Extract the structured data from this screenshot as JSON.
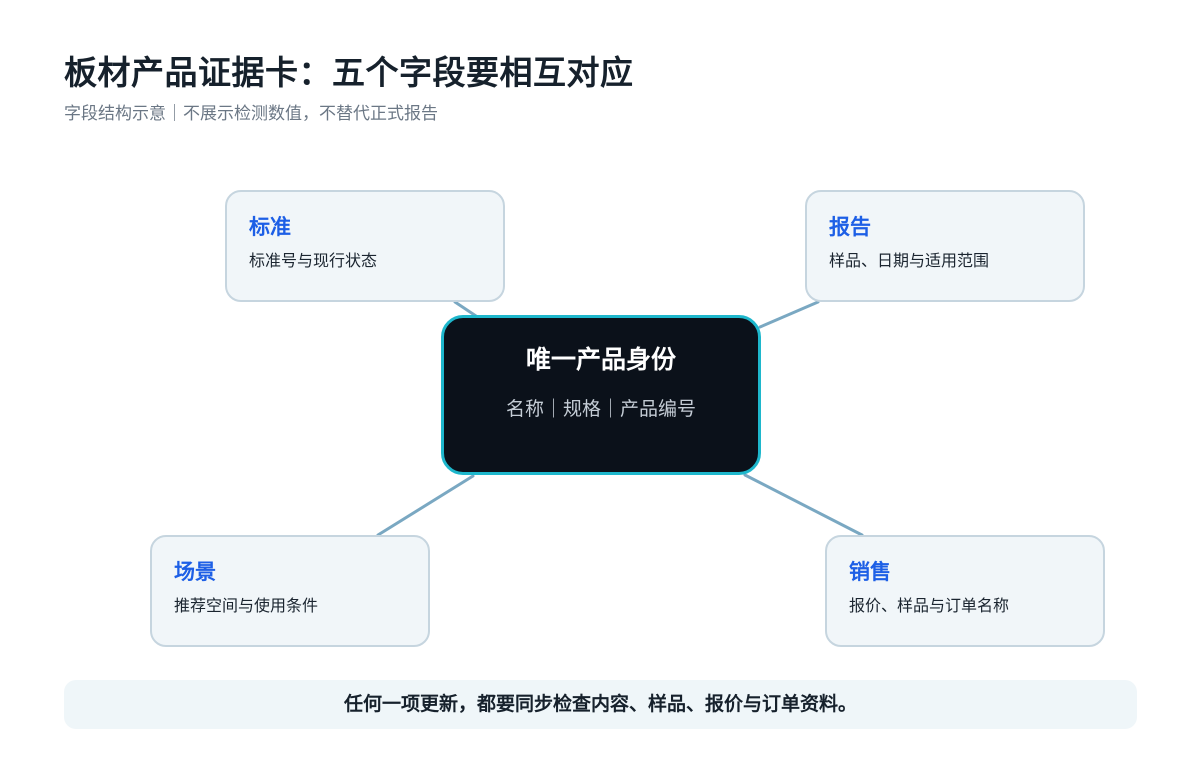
{
  "header": {
    "title": "板材产品证据卡：五个字段要相互对应",
    "subtitle": "字段结构示意｜不展示检测数值，不替代正式报告"
  },
  "center": {
    "title": "唯一产品身份",
    "subtitle": "名称｜规格｜产品编号"
  },
  "cards": {
    "standard": {
      "title": "标准",
      "desc": "标准号与现行状态"
    },
    "report": {
      "title": "报告",
      "desc": "样品、日期与适用范围"
    },
    "scene": {
      "title": "场景",
      "desc": "推荐空间与使用条件"
    },
    "sales": {
      "title": "销售",
      "desc": "报价、样品与订单名称"
    }
  },
  "footer": {
    "note": "任何一项更新，都要同步检查内容、样品、报价与订单资料。"
  },
  "colors": {
    "accent": "#1d5fe6",
    "center_bg": "#0b111a",
    "center_border": "#1eb7cc",
    "connector": "#7aa8c2",
    "card_bg": "#f1f6f9",
    "card_border": "#c6d5df"
  }
}
